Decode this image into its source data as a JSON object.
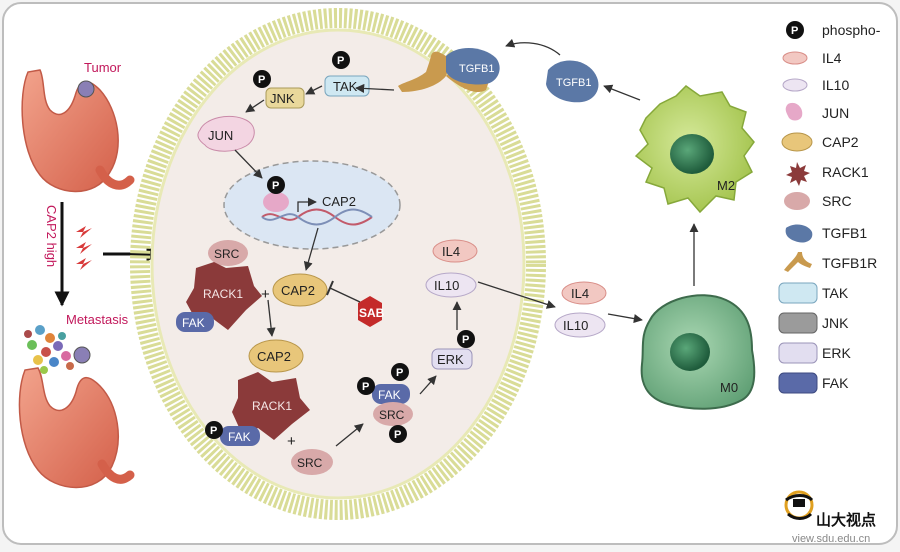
{
  "left": {
    "tumor_label": "Tumor",
    "cap2_high_label": "CAP2 high",
    "metastasis_label": "Metastasis"
  },
  "cell": {
    "p": "P",
    "tak": "TAK",
    "jnk": "JNK",
    "jun": "JUN",
    "cap2_gene": "CAP2",
    "src": "SRC",
    "rack1": "RACK1",
    "fak": "FAK",
    "plus": "+",
    "cap2": "CAP2",
    "sab": "SAB",
    "il4": "IL4",
    "il10": "IL10",
    "erk": "ERK"
  },
  "right": {
    "tgfb1": "TGFB1",
    "m2_label": "M2",
    "m0_label": "M0",
    "il4": "IL4",
    "il10": "IL10"
  },
  "legend": [
    {
      "label": "phospho-",
      "icon": "phospho-icon"
    },
    {
      "label": "IL4",
      "icon": "il4-icon"
    },
    {
      "label": "IL10",
      "icon": "il10-icon"
    },
    {
      "label": "JUN",
      "icon": "jun-icon"
    },
    {
      "label": "CAP2",
      "icon": "cap2-icon"
    },
    {
      "label": "RACK1",
      "icon": "rack1-icon"
    },
    {
      "label": "SRC",
      "icon": "src-icon"
    },
    {
      "label": "TGFB1",
      "icon": "tgfb1-icon"
    },
    {
      "label": "TGFB1R",
      "icon": "tgfb1r-icon"
    },
    {
      "label": "TAK",
      "icon": "tak-icon"
    },
    {
      "label": "JNK",
      "icon": "jnk-icon"
    },
    {
      "label": "ERK",
      "icon": "erk-icon"
    },
    {
      "label": "FAK",
      "icon": "fak-icon"
    }
  ],
  "watermark": {
    "brand": "山大视点",
    "url": "view.sdu.edu.cn"
  },
  "colors": {
    "membrane": "#e4e6a8",
    "cell_fill": "#f3ece8",
    "cap2": "#e8c67a",
    "tak": "#cfe8f2",
    "jnk": "#9b9b9b",
    "erk": "#e2def0",
    "fak": "#5a6aa8",
    "rack1": "#8b3a3a",
    "src": "#d8a9a9",
    "sab": "#c42a2a",
    "tgfb1": "#5b78a6",
    "tgfb1r": "#c99a4e",
    "m2": "#b9d46a",
    "m0": "#7bb989"
  }
}
